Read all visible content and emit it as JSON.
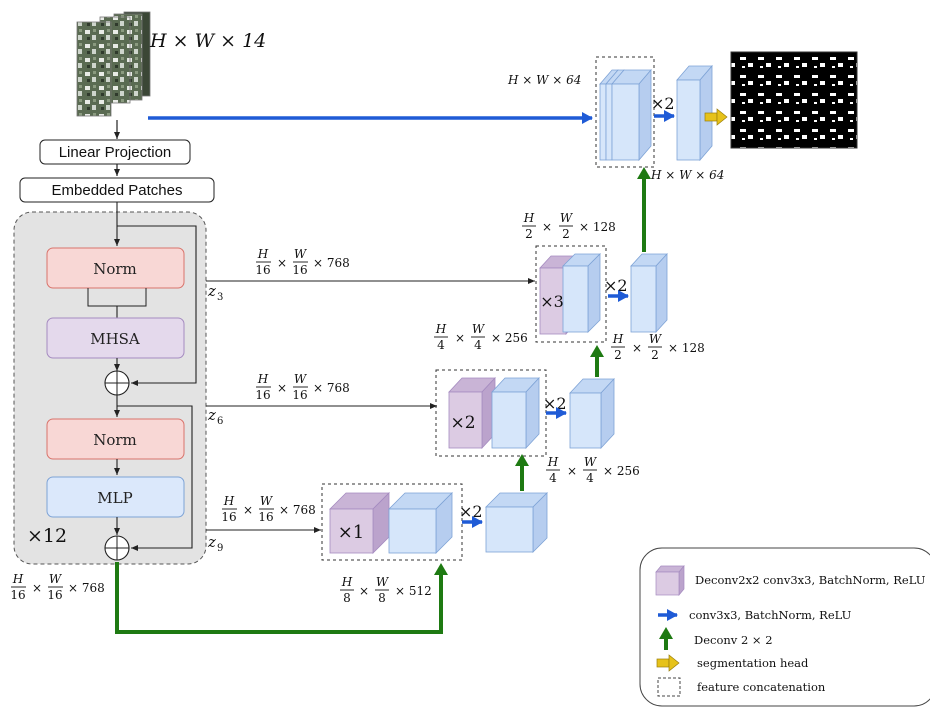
{
  "input": {
    "dim_label": "H × W × 14"
  },
  "encoder": {
    "linear_projection": "Linear Projection",
    "embedded_patches": "Embedded Patches",
    "norm1": "Norm",
    "mhsa": "MHSA",
    "norm2": "Norm",
    "mlp": "MLP",
    "repeat": "×12",
    "output_dim": {
      "num": "H",
      "den": "16",
      "num2": "W",
      "den2": "16",
      "rest": "× 768"
    }
  },
  "skips": {
    "z3": {
      "name": "z",
      "sub": "3",
      "dim": {
        "num": "H",
        "den": "16",
        "num2": "W",
        "den2": "16",
        "rest": "× 768"
      }
    },
    "z6": {
      "name": "z",
      "sub": "6",
      "dim": {
        "num": "H",
        "den": "16",
        "num2": "W",
        "den2": "16",
        "rest": "× 768"
      }
    },
    "z9": {
      "name": "z",
      "sub": "9",
      "dim": {
        "num": "H",
        "den": "16",
        "num2": "W",
        "den2": "16",
        "rest": "× 768"
      }
    }
  },
  "decoder": {
    "stage1": {
      "mult": "×1",
      "dim": {
        "num": "H",
        "den": "8",
        "num2": "W",
        "den2": "8",
        "rest": "× 512"
      },
      "conv_mult": "×2"
    },
    "stage2": {
      "mult": "×2",
      "dim_in": {
        "num": "H",
        "den": "4",
        "num2": "W",
        "den2": "4",
        "rest": "× 256"
      },
      "dim_out": {
        "num": "H",
        "den": "4",
        "num2": "W",
        "den2": "4",
        "rest": "× 256"
      },
      "conv_mult": "×2"
    },
    "stage3": {
      "mult": "×3",
      "dim_in": {
        "num": "H",
        "den": "2",
        "num2": "W",
        "den2": "2",
        "rest": "× 128"
      },
      "dim_out": {
        "num": "H",
        "den": "2",
        "num2": "W",
        "den2": "2",
        "rest": "× 128"
      },
      "conv_mult": "×2"
    },
    "stage4": {
      "dim_in": "H × W × 64",
      "dim_out": "H × W × 64",
      "conv_mult": "×2"
    }
  },
  "legend": {
    "items": [
      {
        "key": "deconv_block",
        "label": "Deconv2x2 conv3x3, BatchNorm, ReLU"
      },
      {
        "key": "blue_arrow",
        "label": "conv3x3, BatchNorm, ReLU"
      },
      {
        "key": "green_arrow",
        "label": "Deconv 2 × 2"
      },
      {
        "key": "yellow_arrow",
        "label": "segmentation head"
      },
      {
        "key": "dashed_box",
        "label": "feature concatenation"
      }
    ]
  },
  "colors": {
    "norm_fill": "#f8d7d5",
    "norm_stroke": "#d9736b",
    "mhsa_fill": "#e4d9ec",
    "mhsa_stroke": "#a58bc0",
    "mlp_fill": "#dbe8fb",
    "mlp_stroke": "#7ea3d6",
    "cube_purple": "#dccbe3",
    "cube_blue": "#d6e6fa",
    "skip_blue": "#1f5bd6",
    "upsample_green": "#1e7a12",
    "seg_yellow": "#e6c21a",
    "encoder_panel": "#e3e3e3"
  }
}
